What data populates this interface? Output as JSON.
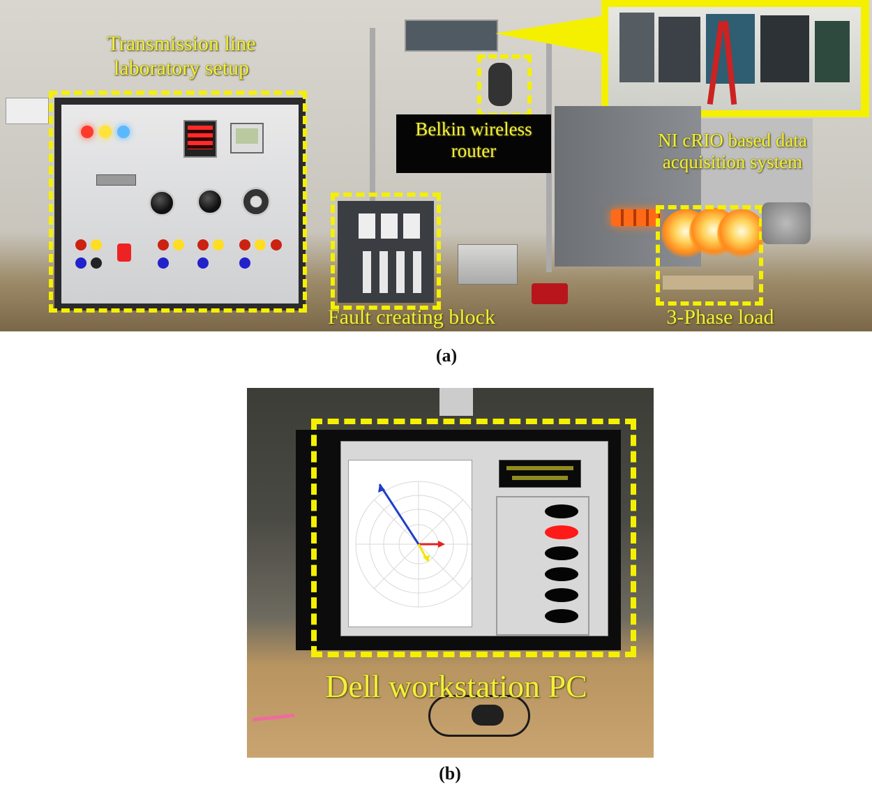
{
  "panel_a": {
    "labels": {
      "transmission_line_l1": "Transmission line",
      "transmission_line_l2": "laboratory setup",
      "router_l1": "Belkin wireless",
      "router_l2": "router",
      "crio_l1": "NI cRIO based data",
      "crio_l2": "acquisition system",
      "fault_block": "Fault creating block",
      "load": "3-Phase load"
    },
    "caption": "(a)"
  },
  "panel_b": {
    "labels": {
      "workstation": "Dell workstation PC"
    },
    "caption": "(b)"
  },
  "colors": {
    "annotation_yellow": "#f4f000",
    "label_yellow": "#f4ef3a",
    "phase_red": "#e52222",
    "phase_blue": "#1f3fc9",
    "phase_yellow": "#f2e600",
    "fault_active": "#ff1a1a"
  }
}
